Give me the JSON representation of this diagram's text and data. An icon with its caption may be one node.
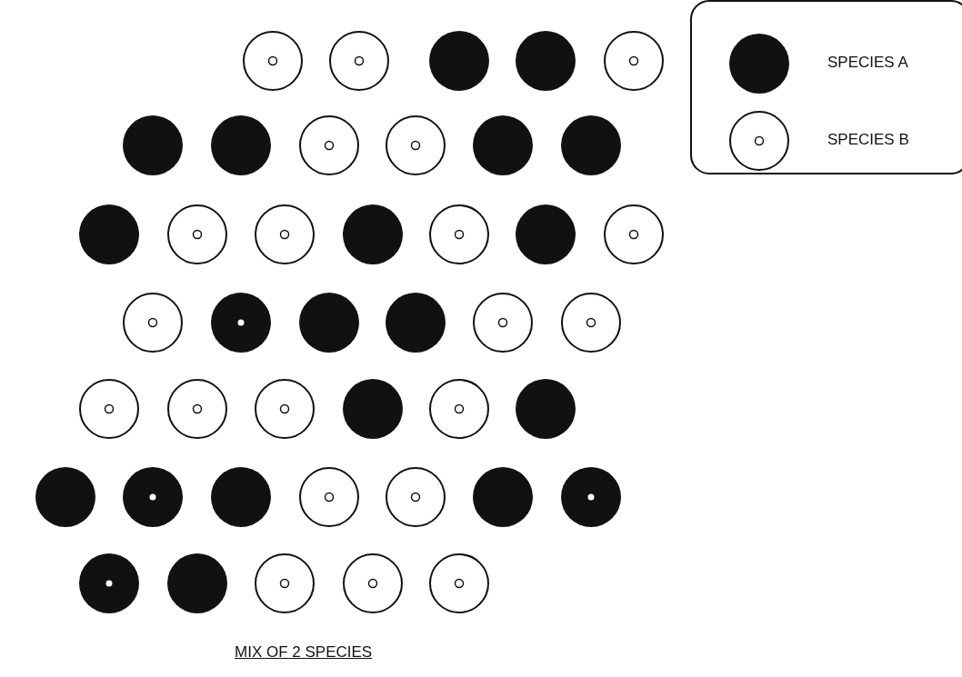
{
  "diagram": {
    "caption": "MIX OF 2 SPECIES",
    "legend": [
      {
        "text": "SPECIES A"
      },
      {
        "text": "SPECIES B"
      }
    ]
  }
}
